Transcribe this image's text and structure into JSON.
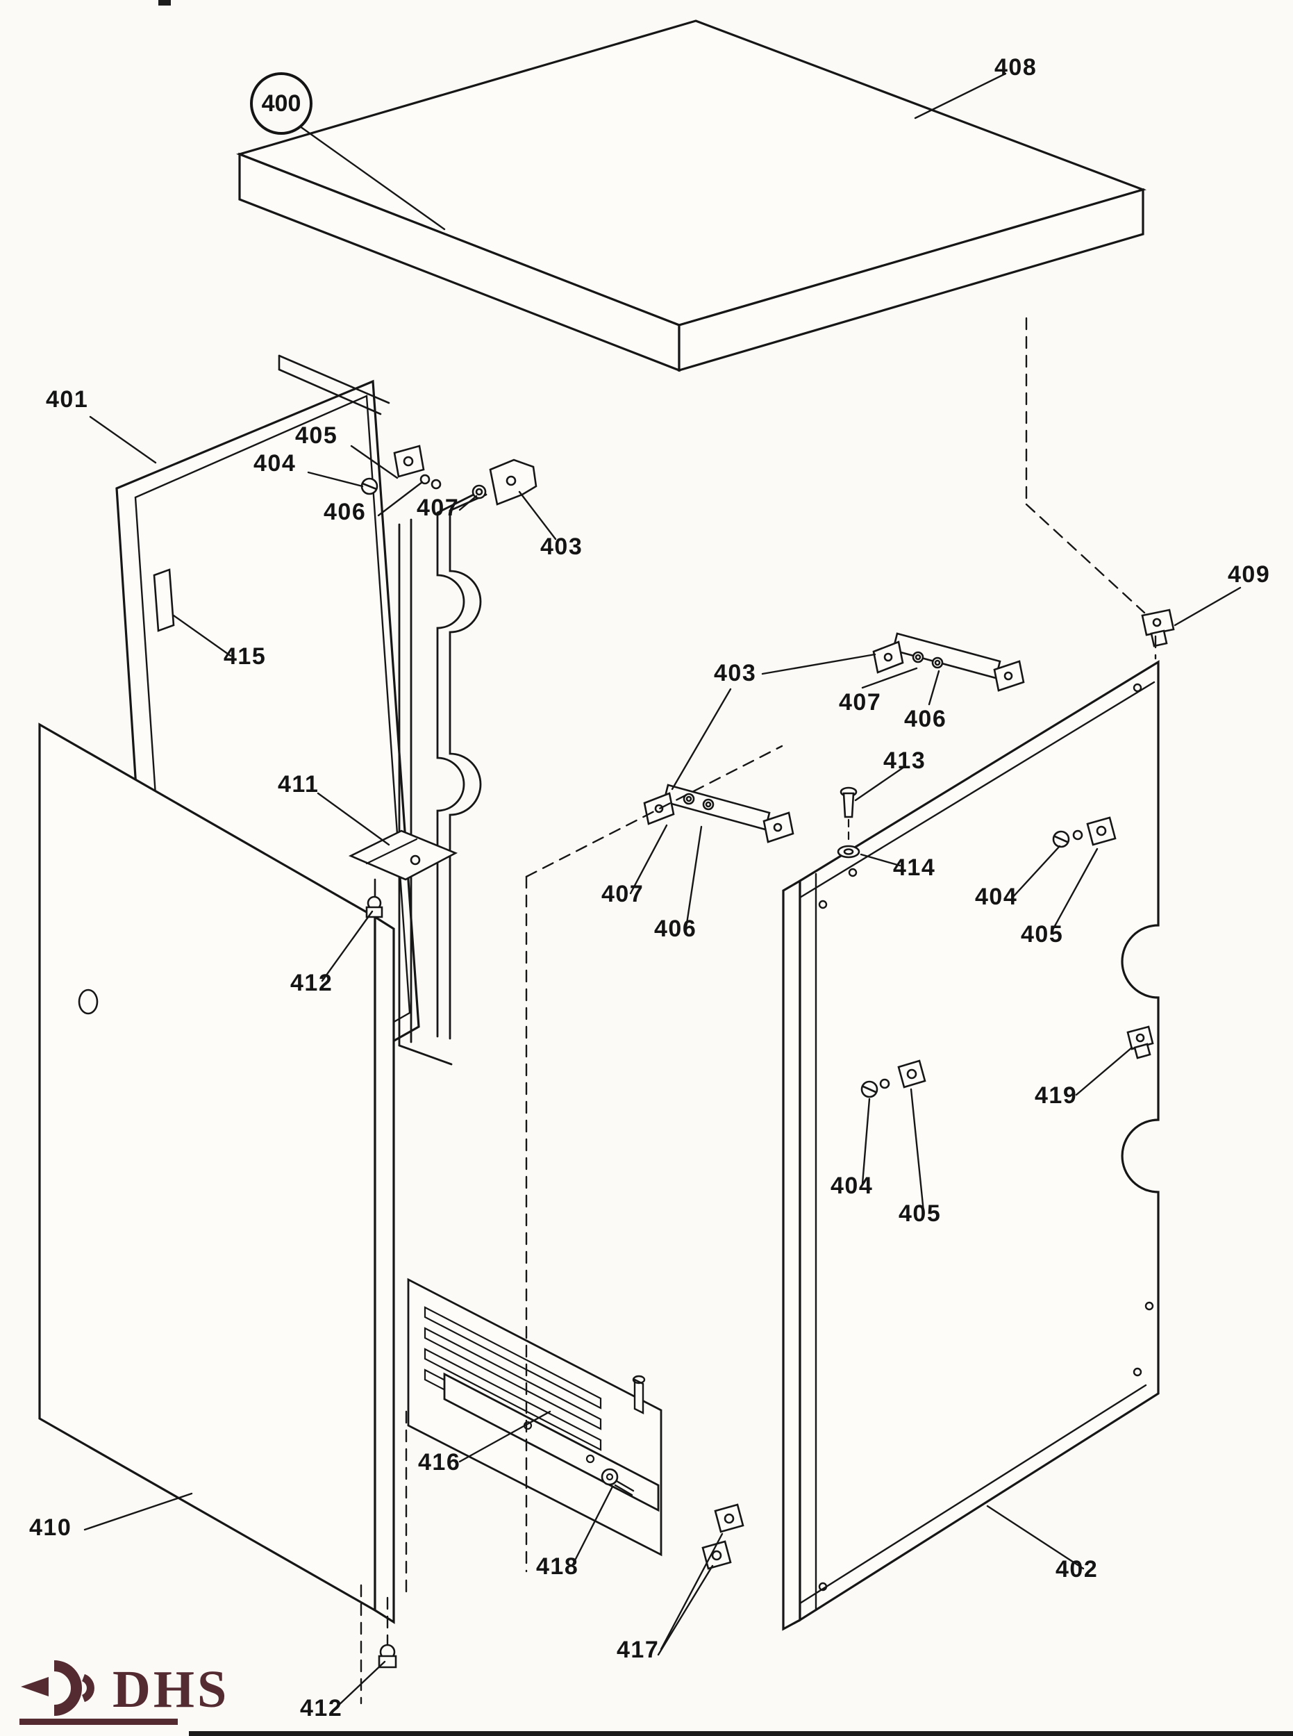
{
  "diagram": {
    "callout_circle": "400",
    "parts": [
      {
        "n": "408"
      },
      {
        "n": "401"
      },
      {
        "n": "405"
      },
      {
        "n": "404"
      },
      {
        "n": "406"
      },
      {
        "n": "407"
      },
      {
        "n": "403"
      },
      {
        "n": "415"
      },
      {
        "n": "409"
      },
      {
        "n": "403"
      },
      {
        "n": "407"
      },
      {
        "n": "406"
      },
      {
        "n": "413"
      },
      {
        "n": "411"
      },
      {
        "n": "414"
      },
      {
        "n": "404"
      },
      {
        "n": "407"
      },
      {
        "n": "406"
      },
      {
        "n": "405"
      },
      {
        "n": "412"
      },
      {
        "n": "419"
      },
      {
        "n": "404"
      },
      {
        "n": "405"
      },
      {
        "n": "416"
      },
      {
        "n": "410"
      },
      {
        "n": "418"
      },
      {
        "n": "417"
      },
      {
        "n": "402"
      },
      {
        "n": "412"
      }
    ]
  },
  "logo": {
    "text": "DHS",
    "color": "#542b31"
  }
}
